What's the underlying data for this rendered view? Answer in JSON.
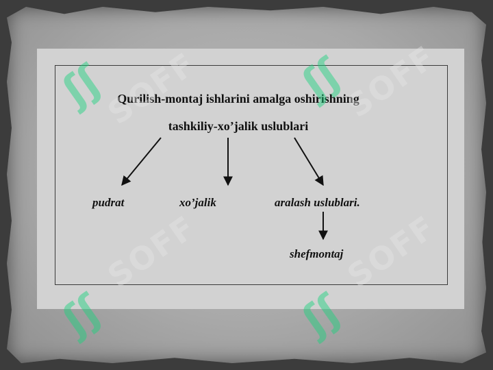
{
  "diagram": {
    "title_line1": "Qurilish-montaj ishlarini amalga oshirishning",
    "title_line2": "tashkiliy-xo’jalik uslublari",
    "branches": [
      "pudrat",
      "xo’jalik",
      "aralash uslublari."
    ],
    "sub_branch": "shefmontaj"
  },
  "watermark": {
    "text": "SOFF",
    "color": "#18d37c",
    "icon": "soff-logo-icon"
  }
}
